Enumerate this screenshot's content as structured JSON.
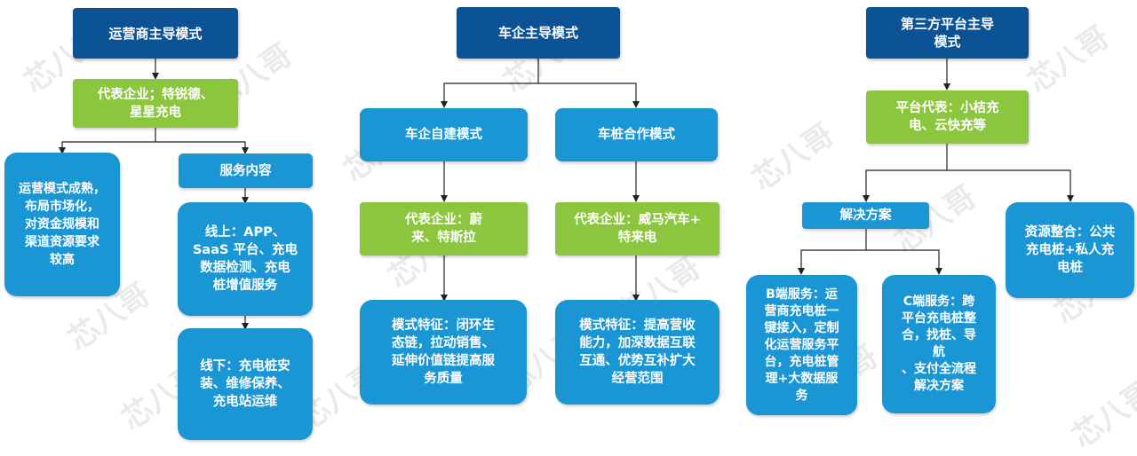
{
  "watermark": "芯八哥",
  "colors": {
    "header": "#0b5394",
    "representative": "#8cc63f",
    "detail": "#1a96d4",
    "connector": "#222222"
  },
  "left": {
    "title": "运营商主导模式",
    "representative": "代表企业；特锐德、\n星星充电",
    "feature": "运营模式成熟，\n布局市场化，\n对资金规模和\n渠道资源要求\n较高",
    "service_label": "服务内容",
    "online": "线上：APP、\nSaaS 平台、充电\n数据检测、充电\n桩增值服务",
    "offline": "线下：充电桩安\n装、维修保养、\n充电站运维"
  },
  "middle": {
    "title": "车企主导模式",
    "self_built": {
      "label": "车企自建模式",
      "representative": "代表企业：蔚\n来、特斯拉",
      "feature": "模式特征：闭环生\n态链，拉动销售、\n延伸价值链提高服\n务质量"
    },
    "cooperation": {
      "label": "车桩合作模式",
      "representative": "代表企业：威马汽车+\n特来电",
      "feature": "模式特征：提高营收\n能力，加深数据互联\n互通、优势互补扩大\n经营范围"
    }
  },
  "right": {
    "title": "第三方平台主导\n模式",
    "representative": "平台代表：小桔充\n电、云快充等",
    "solution_label": "解决方案",
    "resource": "资源整合：公共\n充电桩+私人充\n电桩",
    "b_end": "B端服务：运\n营商充电桩一\n键接入，定制\n化运营服务平\n台，充电桩管\n理+大数据服\n务",
    "c_end": "C端服务：跨\n平台充电桩整\n合，找桩、导\n航\n、支付全流程\n解决方案"
  }
}
